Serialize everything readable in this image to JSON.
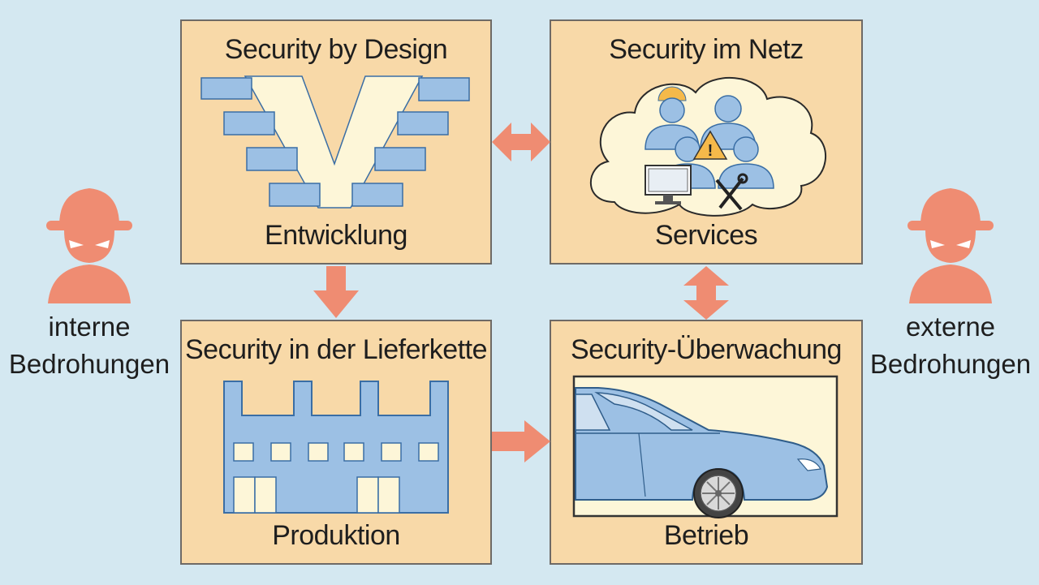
{
  "boxes": {
    "design": {
      "title": "Security by Design",
      "subtitle": "Entwicklung",
      "icon": "v-model-icon"
    },
    "network": {
      "title": "Security im Netz",
      "subtitle": "Services",
      "icon": "team-cloud-icon"
    },
    "supply": {
      "title": "Security in der Lieferkette",
      "subtitle": "Produktion",
      "icon": "factory-icon"
    },
    "monitor": {
      "title": "Security-Überwachung",
      "subtitle": "Betrieb",
      "icon": "car-icon"
    }
  },
  "threats": {
    "internal": {
      "line1": "interne",
      "line2": "Bedrohungen",
      "icon": "hacker-icon"
    },
    "external": {
      "line1": "externe",
      "line2": "Bedrohungen",
      "icon": "hacker-icon"
    }
  },
  "colors": {
    "background": "#d4e8f1",
    "box_fill": "#f8d9a8",
    "box_border": "#6e6a66",
    "arrow": "#ef8c72",
    "hacker": "#ef8c72",
    "icon_blue": "#9cc0e4",
    "icon_stroke": "#3a6ea5",
    "cream": "#fdf6d8"
  }
}
